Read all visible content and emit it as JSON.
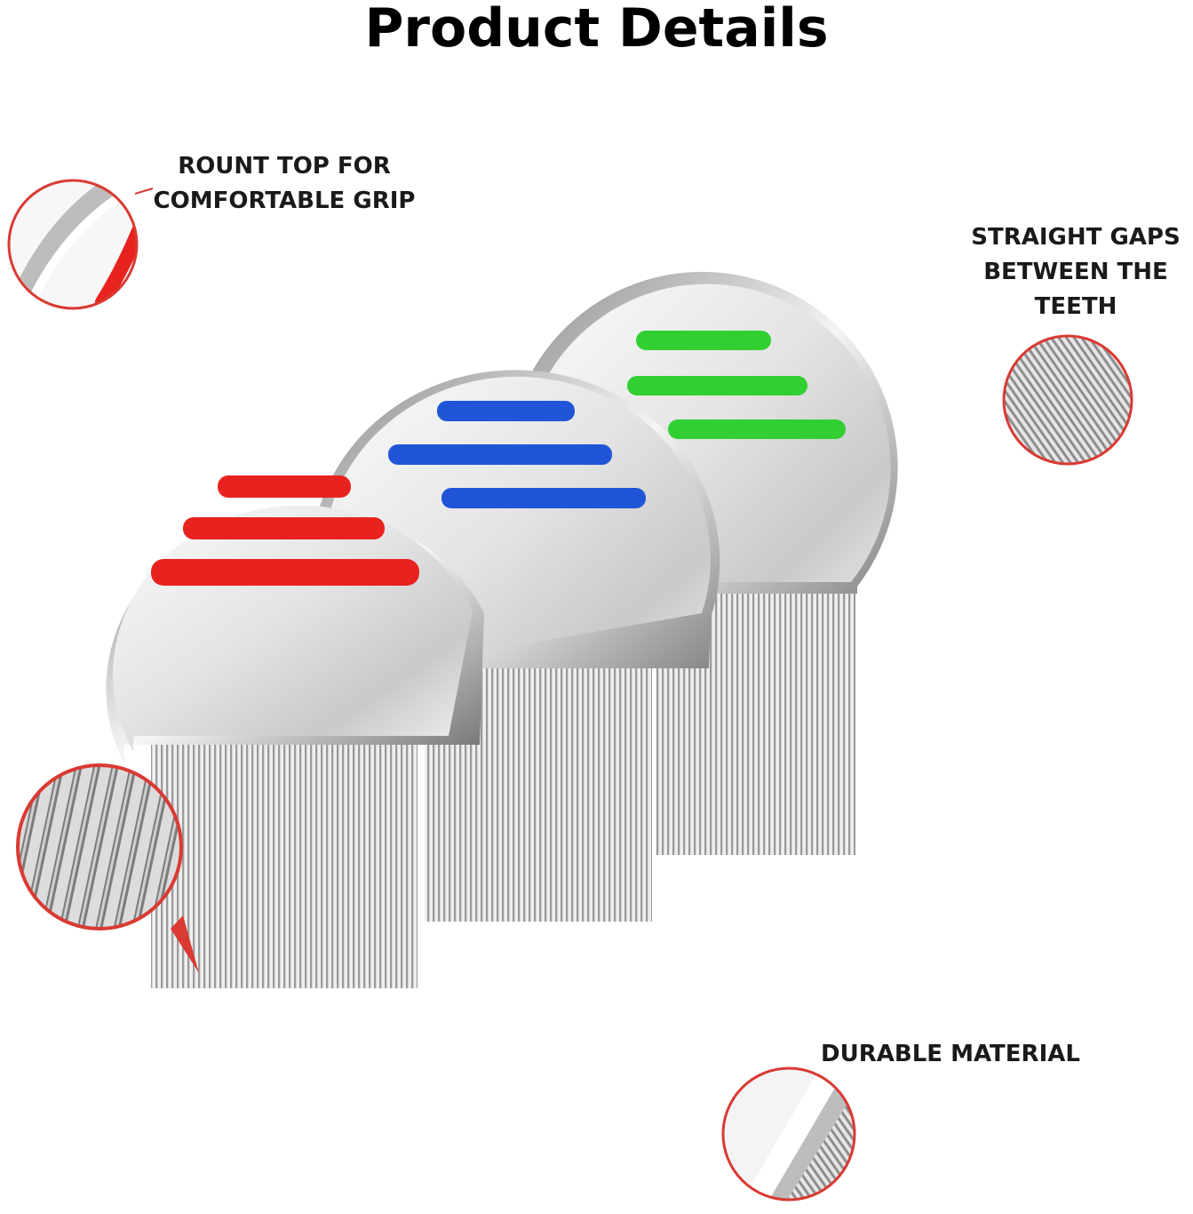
{
  "header": {
    "title": "Product Details"
  },
  "callouts": {
    "grip": {
      "lines": [
        "ROUNT TOP FOR",
        "COMFORTABLE GRIP"
      ]
    },
    "gaps": {
      "lines": [
        "STRAIGHT GAPS",
        "BETWEEN THE",
        "TEETH"
      ]
    },
    "durable": {
      "lines": [
        "DURABLE MATERIAL"
      ]
    }
  },
  "colors": {
    "accent_red": "#e8231f",
    "accent_blue": "#1f55d6",
    "accent_green": "#32cf32",
    "callout_ring": "#d93a33"
  },
  "product": {
    "combs": [
      {
        "stripe_color": "#e8231f",
        "icon": "lice-comb-icon"
      },
      {
        "stripe_color": "#1f55d6",
        "icon": "lice-comb-icon"
      },
      {
        "stripe_color": "#32cf32",
        "icon": "lice-comb-icon"
      }
    ]
  }
}
